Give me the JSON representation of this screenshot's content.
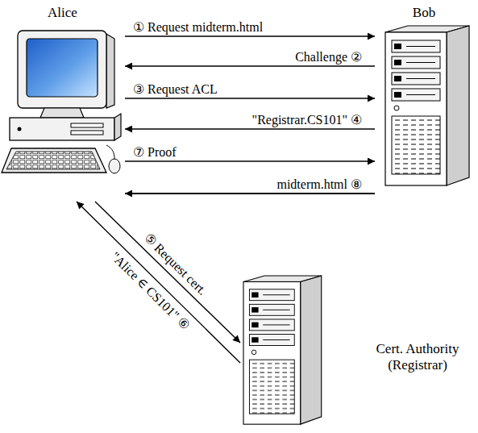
{
  "diagram": {
    "nodes": [
      {
        "text": [
          "Alice"
        ]
      },
      {
        "text": [
          "Bob"
        ]
      },
      {
        "text": [
          "Cert. Authority (Registrar)"
        ]
      }
    ],
    "edges": [
      {
        "from": 0,
        "to": 1,
        "label": "① Request midterm.html",
        "arrow": "to"
      },
      {
        "from": 1,
        "to": 0,
        "label": "Challenge ②",
        "arrow": "to"
      },
      {
        "from": 0,
        "to": 1,
        "label": "③ Request ACL",
        "arrow": "to"
      },
      {
        "from": 1,
        "to": 0,
        "label": "\"Registrar.CS101\" ④",
        "arrow": "to"
      },
      {
        "from": 0,
        "to": 2,
        "label": "⑤ Request cert.",
        "arrow": "to"
      },
      {
        "from": 2,
        "to": 0,
        "label": "\"Alice ∈ CS101\" ⑥",
        "arrow": "to"
      },
      {
        "from": 0,
        "to": 1,
        "label": "⑦ Proof",
        "arrow": "to"
      },
      {
        "from": 1,
        "to": 0,
        "label": "midterm.html ⑧",
        "arrow": "to"
      }
    ]
  }
}
